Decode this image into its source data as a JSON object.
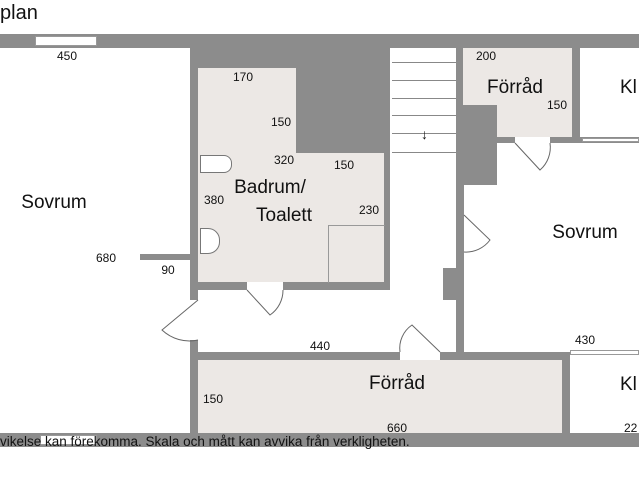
{
  "title": "plan",
  "footer": "vikelse kan förekomma. Skala och mått kan avvika från verkligheten.",
  "colors": {
    "wall": "#8c8c8c",
    "room_fill": "#ece8e5"
  },
  "rooms": {
    "sovrum_left": {
      "name": "Sovrum",
      "dims": [
        "450",
        "680",
        "90"
      ]
    },
    "badrum": {
      "name1": "Badrum/",
      "name2": "Toalett",
      "dims": [
        "170",
        "150",
        "320",
        "150",
        "380",
        "230"
      ]
    },
    "forrad_top": {
      "name": "Förråd",
      "dims": [
        "200",
        "150"
      ]
    },
    "kl_top": {
      "name": "Kl"
    },
    "sovrum_right": {
      "name": "Sovrum",
      "dims": [
        "430"
      ]
    },
    "hall": {
      "dims": [
        "440"
      ]
    },
    "forrad_bottom": {
      "name": "Förråd",
      "dims": [
        "150",
        "660"
      ]
    },
    "kl_bottom": {
      "name": "Kl",
      "dims": [
        "22"
      ]
    }
  },
  "stairs": {
    "direction": "down",
    "icon": "arrow-down-icon"
  }
}
